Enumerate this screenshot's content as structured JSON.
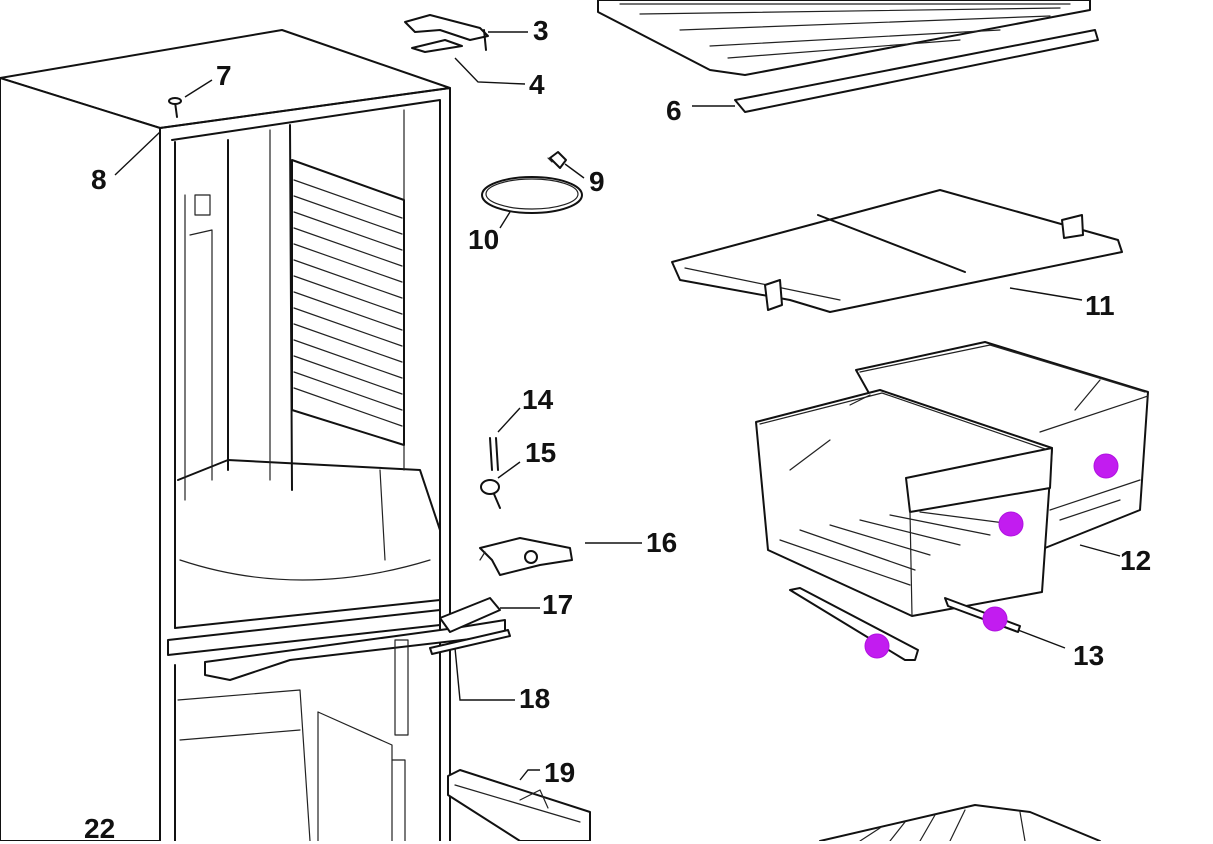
{
  "diagram": {
    "callouts": [
      {
        "id": "c3",
        "label": "3"
      },
      {
        "id": "c4",
        "label": "4"
      },
      {
        "id": "c6",
        "label": "6"
      },
      {
        "id": "c7",
        "label": "7"
      },
      {
        "id": "c8",
        "label": "8"
      },
      {
        "id": "c9",
        "label": "9"
      },
      {
        "id": "c10",
        "label": "10"
      },
      {
        "id": "c11",
        "label": "11"
      },
      {
        "id": "c12",
        "label": "12"
      },
      {
        "id": "c13",
        "label": "13"
      },
      {
        "id": "c14",
        "label": "14"
      },
      {
        "id": "c15",
        "label": "15"
      },
      {
        "id": "c16",
        "label": "16"
      },
      {
        "id": "c17",
        "label": "17"
      },
      {
        "id": "c18",
        "label": "18"
      },
      {
        "id": "c19",
        "label": "19"
      },
      {
        "id": "c22",
        "label": "22"
      }
    ],
    "marker_color": "#c21cf0"
  }
}
